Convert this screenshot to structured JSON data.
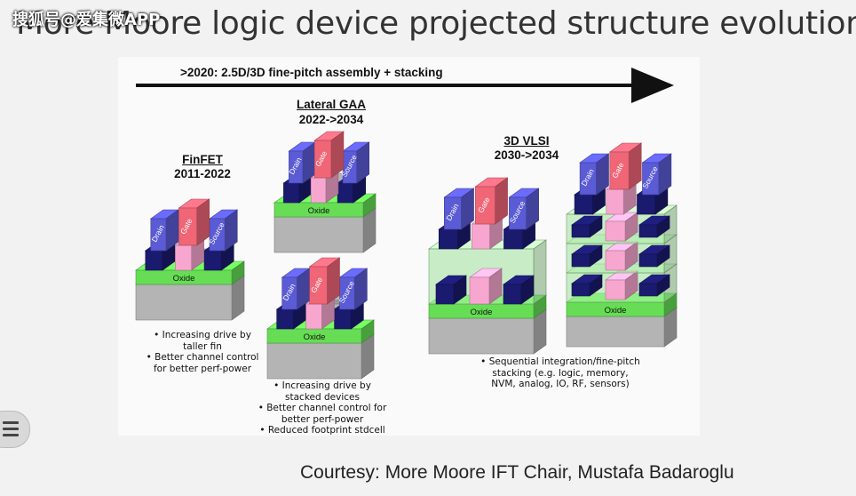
{
  "slide": {
    "title": "More Moore logic device projected structure evolution",
    "watermark": "搜狐号@爱集微APP",
    "courtesy": "Courtesy: More Moore IFT Chair, Mustafa Badaroglu"
  },
  "figure": {
    "timeline_label": ">2020: 2.5D/3D fine-pitch assembly + stacking",
    "finfet": {
      "name": "FinFET",
      "years": "2011-2022",
      "bullets": [
        "Increasing drive by taller fin",
        "Better channel control for better perf-power"
      ]
    },
    "gaa": {
      "name": "Lateral GAA",
      "years": "2022->2034",
      "bullets": [
        "Increasing drive by stacked devices",
        "Better channel control for better perf-power",
        "Reduced footprint stdcell"
      ]
    },
    "vlsi": {
      "name": "3D VLSI",
      "years": "2030->2034",
      "bullets": [
        "Sequential integration/fine-pitch stacking (e.g. logic, memory, NVM, analog, IO, RF, sensors)"
      ]
    },
    "labels": {
      "drain": "Drain",
      "gate": "Gate",
      "source": "Source",
      "oxide": "Oxide"
    },
    "colors": {
      "drain_source": "#5b5bd6",
      "gate": "#f06677",
      "oxide": "#66dd55",
      "substrate": "#b4b4b4",
      "contact": "#1a1a6e",
      "channel": "#f7a7cf"
    }
  }
}
